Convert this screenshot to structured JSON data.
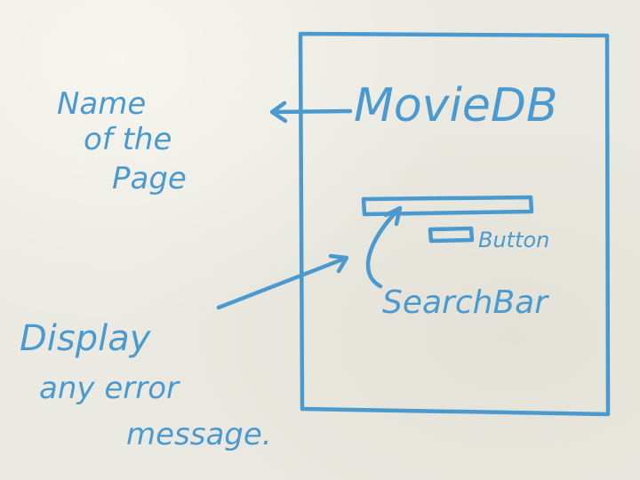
{
  "diagram": {
    "title": "MovieDB",
    "button_label": "Button",
    "searchbar_label": "SearchBar",
    "annotation_name": [
      "Name",
      "of the",
      "Page"
    ],
    "annotation_error": [
      "Display",
      "any error",
      "message."
    ]
  },
  "colors": {
    "marker": "#4a9ad0"
  }
}
